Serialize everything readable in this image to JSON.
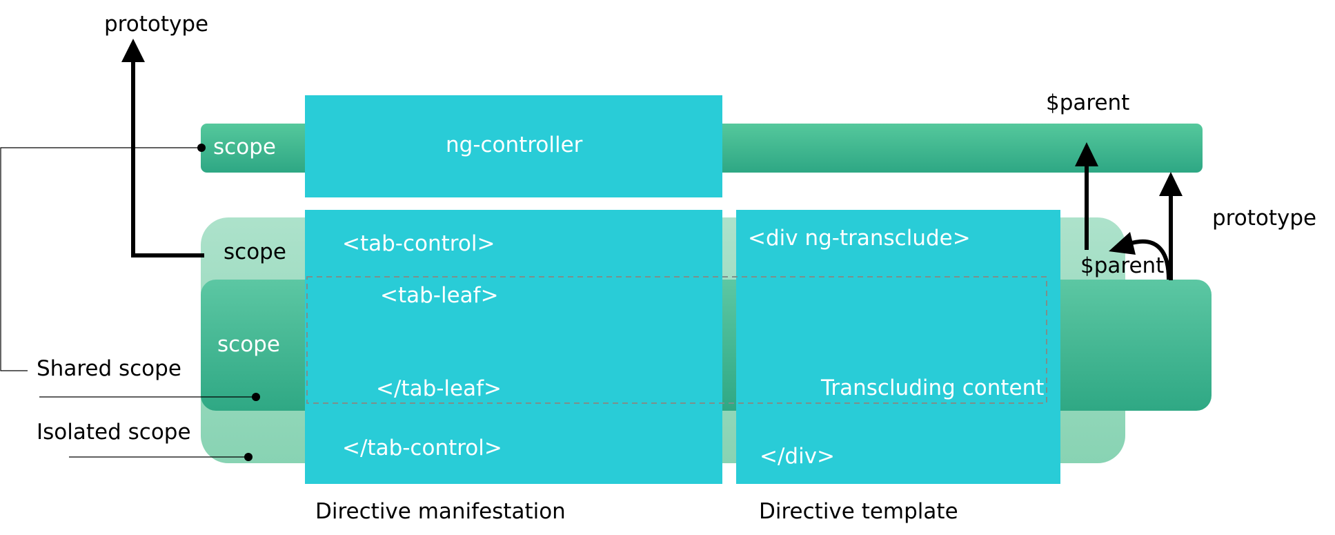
{
  "labels": {
    "prototype_top": "prototype",
    "prototype_right": "prototype",
    "parent_top": "$parent",
    "parent_inner": "$parent",
    "scope_top": "scope",
    "scope_isolated": "scope",
    "scope_shared": "scope",
    "shared_scope": "Shared scope",
    "isolated_scope": "Isolated scope"
  },
  "manifestation": {
    "ng_controller": "ng-controller",
    "tab_control_open": "<tab-control>",
    "tab_leaf_open": "<tab-leaf>",
    "tab_leaf_close": "</tab-leaf>",
    "tab_control_close": "</tab-control>",
    "caption": "Directive manifestation"
  },
  "template": {
    "div_open": "<div ng-transclude>",
    "transcluding": "Transcluding content",
    "div_close": "</div>",
    "caption": "Directive template"
  },
  "colors": {
    "cyan": "#29ccd7",
    "green_dark": "#2ea784",
    "green_mid": "#4fc397",
    "green_light": "#8fd7b9",
    "green_pale": "#a8e0c8"
  }
}
